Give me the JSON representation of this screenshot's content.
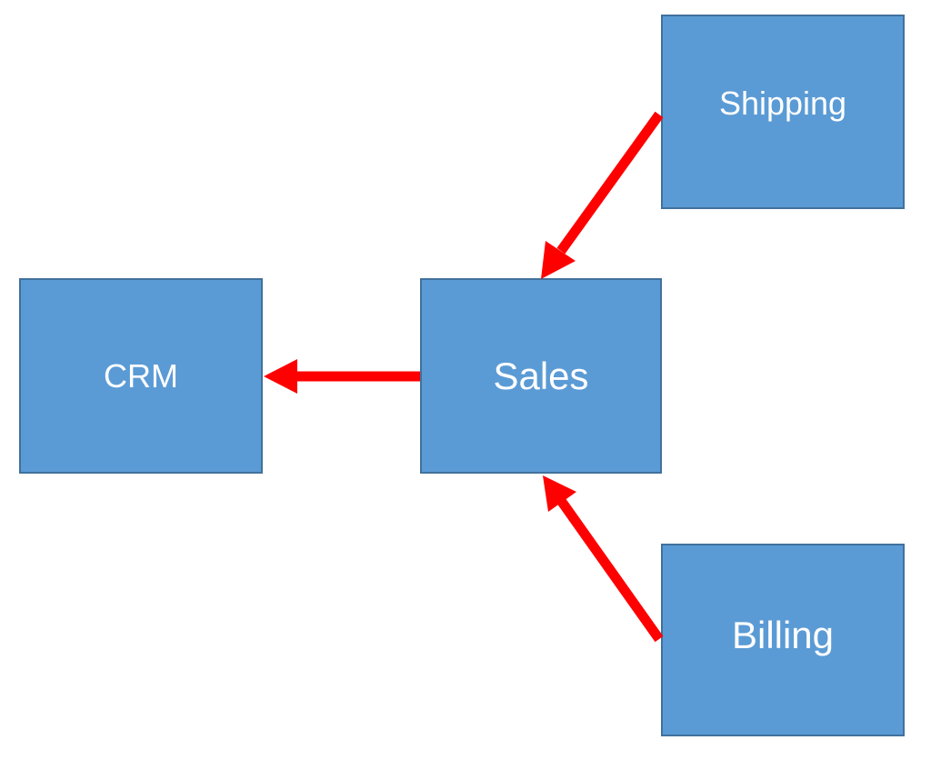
{
  "diagram": {
    "nodes": {
      "shipping": {
        "label": "Shipping"
      },
      "crm": {
        "label": "CRM"
      },
      "sales": {
        "label": "Sales"
      },
      "billing": {
        "label": "Billing"
      }
    },
    "edges": [
      {
        "from": "Shipping",
        "to": "Sales"
      },
      {
        "from": "Sales",
        "to": "CRM"
      },
      {
        "from": "Billing",
        "to": "Sales"
      }
    ],
    "colors": {
      "node_fill": "#5b9bd5",
      "node_border": "#41719c",
      "node_text": "#ffffff",
      "arrow": "#ff0000"
    }
  }
}
